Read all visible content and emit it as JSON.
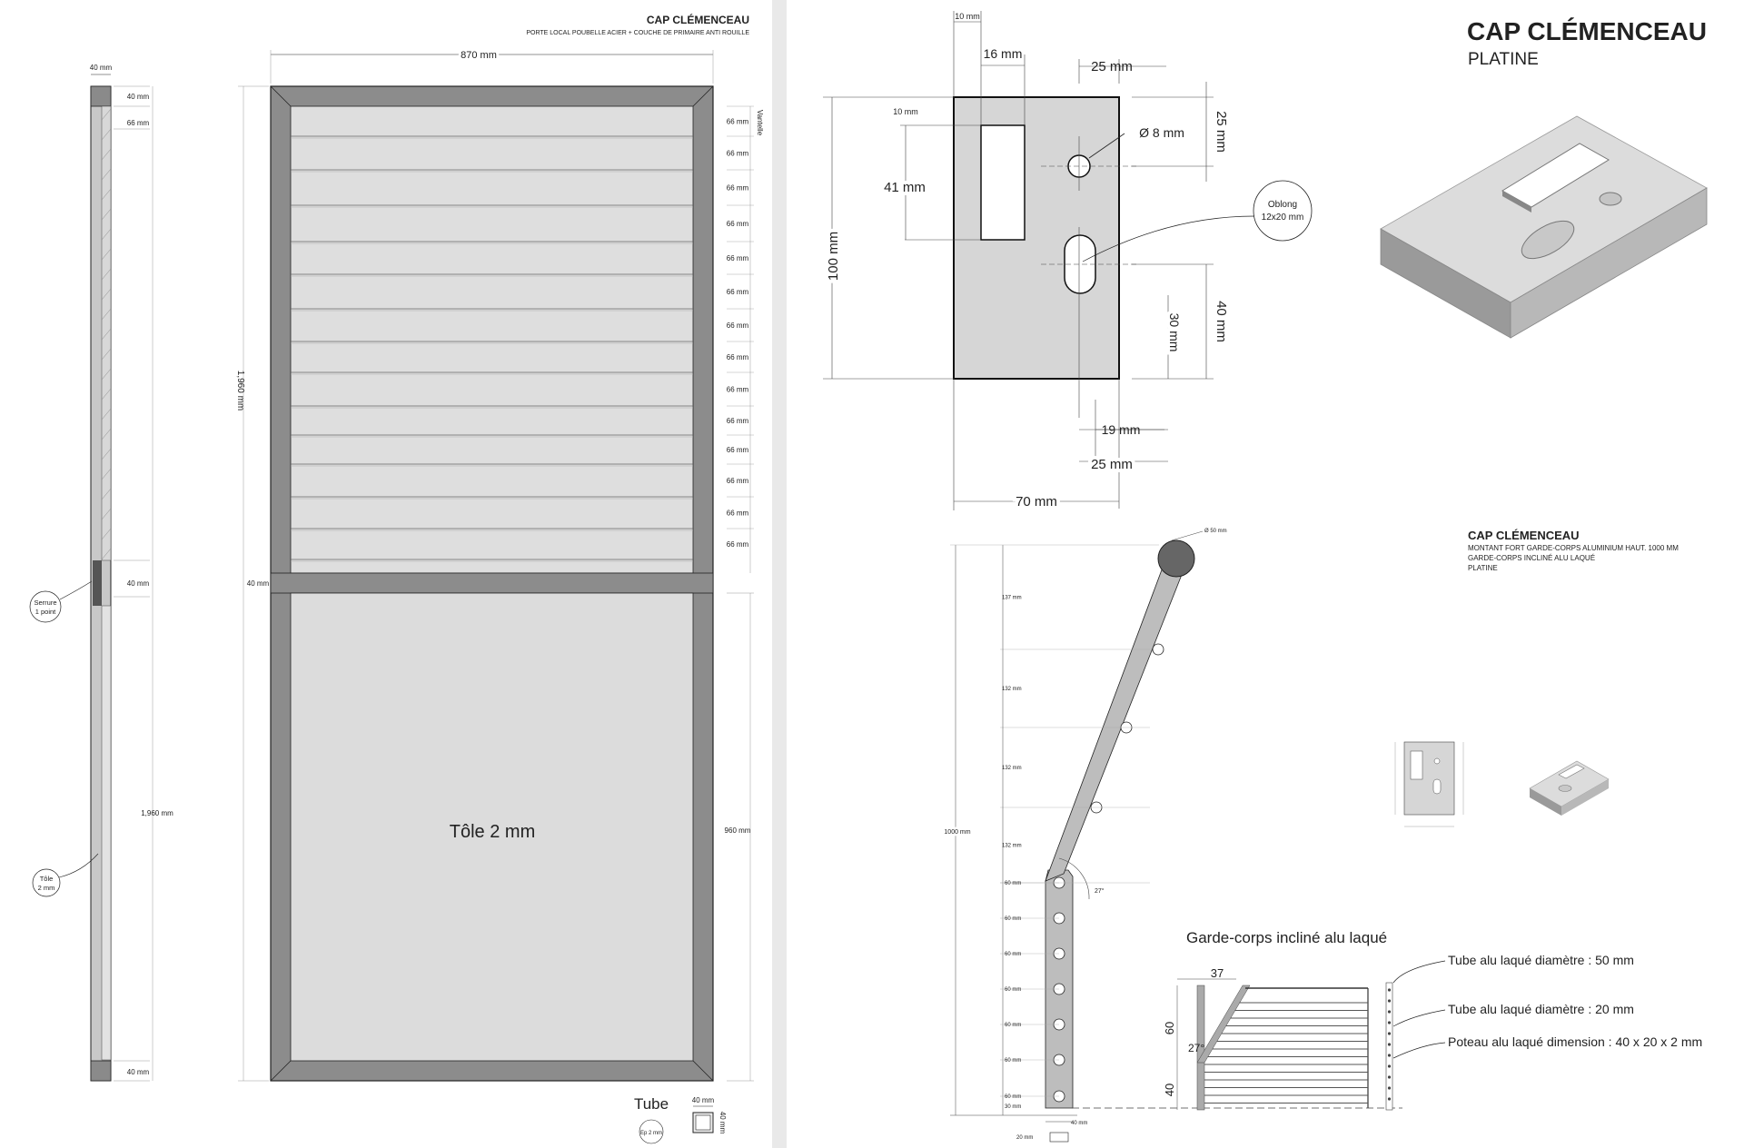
{
  "left_sheet": {
    "title": "CAP CLÉMENCEAU",
    "subtitle": "PORTE LOCAL POUBELLE ACIER + COUCHE DE PRIMAIRE ANTI ROUILLE",
    "side_view": {
      "top_width": "40 mm",
      "dim_40_top": "40 mm",
      "dim_66": "66 mm",
      "dim_40_mid": "40 mm",
      "height": "1,960 mm",
      "dim_40_bottom": "40 mm",
      "callout_lock": [
        "Serrure",
        "1 point"
      ],
      "callout_sheet": [
        "Tôle",
        "2 mm"
      ]
    },
    "front_view": {
      "width": "870 mm",
      "height": "1,960 mm",
      "rail_dim": "40 mm",
      "vantelle_label": "Vantelle",
      "slat_dims": [
        "66 mm",
        "66 mm",
        "66 mm",
        "66 mm",
        "66 mm",
        "66 mm",
        "66 mm",
        "66 mm",
        "66 mm",
        "66 mm",
        "66 mm",
        "66 mm",
        "66 mm",
        "66 mm"
      ],
      "lower_height": "960 mm",
      "panel_label": "Tôle 2 mm"
    },
    "tube": {
      "label": "Tube",
      "dim_w": "40 mm",
      "dim_h": "40 mm",
      "thickness": "Ep 2 mm"
    }
  },
  "right_sheet": {
    "plate_title": "CAP CLÉMENCEAU",
    "plate_subtitle": "PLATINE",
    "plate_dims": {
      "d10_top": "10 mm",
      "d16": "16 mm",
      "d25_top": "25 mm",
      "d10_left": "10 mm",
      "d25_right": "25 mm",
      "d41": "41 mm",
      "hole": "Ø 8 mm",
      "oblong": [
        "Oblong",
        "12x20 mm"
      ],
      "d100": "100 mm",
      "d30": "30 mm",
      "d40": "40 mm",
      "d19": "19 mm",
      "d25_bottom": "25 mm",
      "d70": "70 mm"
    },
    "railing_title": "CAP CLÉMENCEAU",
    "railing_lines": [
      "MONTANT FORT GARDE-CORPS ALUMINIUM HAUT. 1000 MM",
      "GARDE-CORPS INCLINÉ ALU LAQUÉ",
      "PLATINE"
    ],
    "post": {
      "top_dia": "Ø 50 mm",
      "total": "1000 mm",
      "upper_dims": [
        "137 mm",
        "132 mm",
        "132 mm",
        "132 mm"
      ],
      "lower_dims": [
        "60 mm",
        "60 mm",
        "60 mm",
        "60 mm",
        "60 mm",
        "60 mm",
        "60 mm"
      ],
      "base_dim": "30 mm",
      "angle": "27°",
      "foot_w": "40 mm",
      "foot_d": "20 mm"
    },
    "mini": {
      "heading": "Garde-corps incliné alu laqué",
      "d37": "37",
      "d60": "60",
      "d40": "40",
      "angle": "27°",
      "legend": [
        "Tube alu laqué diamètre : 50 mm",
        "Tube alu laqué diamètre : 20 mm",
        "Poteau alu laqué dimension : 40 x 20 x 2 mm"
      ]
    }
  },
  "colors": {
    "frame": "#8a8a8a",
    "panel": "#dcdcdc",
    "plate": "#d6d6d6",
    "post": "#bdbdbd",
    "line": "#222222"
  }
}
